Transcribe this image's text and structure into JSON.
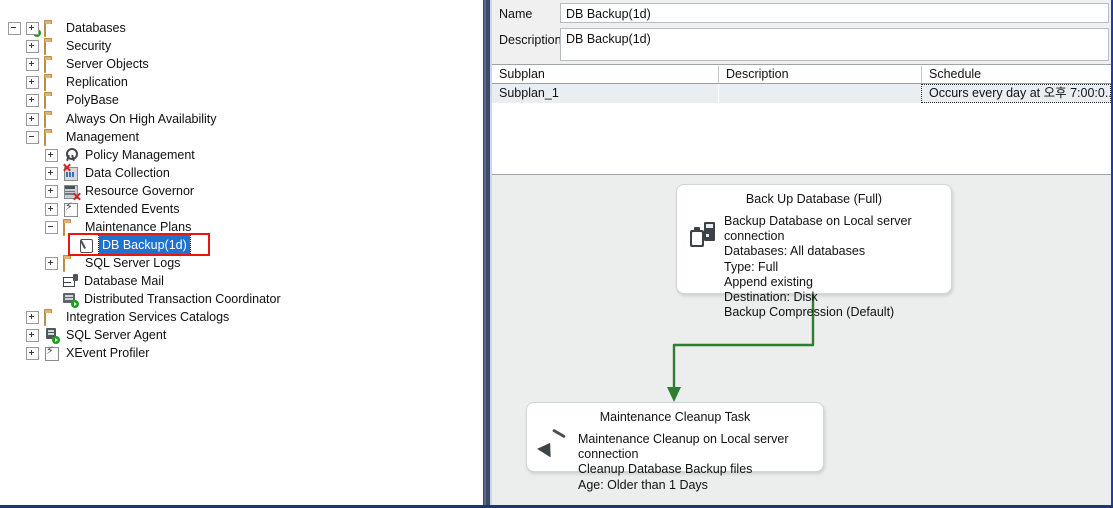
{
  "tree": {
    "nodes": [
      {
        "label": "",
        "icon": "server-icon",
        "indent": 0,
        "expander": "minus",
        "selected": false
      },
      {
        "label": "Databases",
        "icon": "folder-icon",
        "indent": 1,
        "expander": "plus",
        "selected": false
      },
      {
        "label": "Security",
        "icon": "folder-icon",
        "indent": 1,
        "expander": "plus",
        "selected": false
      },
      {
        "label": "Server Objects",
        "icon": "folder-icon",
        "indent": 1,
        "expander": "plus",
        "selected": false
      },
      {
        "label": "Replication",
        "icon": "folder-icon",
        "indent": 1,
        "expander": "plus",
        "selected": false
      },
      {
        "label": "PolyBase",
        "icon": "folder-icon",
        "indent": 1,
        "expander": "plus",
        "selected": false
      },
      {
        "label": "Always On High Availability",
        "icon": "folder-icon",
        "indent": 1,
        "expander": "plus",
        "selected": false
      },
      {
        "label": "Management",
        "icon": "folder-icon",
        "indent": 1,
        "expander": "minus",
        "selected": false
      },
      {
        "label": "Policy Management",
        "icon": "policy-management-icon",
        "indent": 2,
        "expander": "plus",
        "selected": false
      },
      {
        "label": "Data Collection",
        "icon": "data-collection-icon",
        "indent": 2,
        "expander": "plus",
        "selected": false
      },
      {
        "label": "Resource Governor",
        "icon": "resource-governor-icon",
        "indent": 2,
        "expander": "plus",
        "selected": false
      },
      {
        "label": "Extended Events",
        "icon": "extended-events-icon",
        "indent": 2,
        "expander": "plus",
        "selected": false
      },
      {
        "label": "Maintenance Plans",
        "icon": "folder-icon",
        "indent": 2,
        "expander": "minus",
        "selected": false
      },
      {
        "label": "DB Backup(1d)",
        "icon": "maintenance-plan-icon",
        "indent": 3,
        "expander": "none",
        "selected": true
      },
      {
        "label": "SQL Server Logs",
        "icon": "folder-icon",
        "indent": 2,
        "expander": "plus",
        "selected": false
      },
      {
        "label": "Database Mail",
        "icon": "database-mail-icon",
        "indent": 2,
        "expander": "none",
        "selected": false
      },
      {
        "label": "Distributed Transaction Coordinator",
        "icon": "dtc-icon",
        "indent": 2,
        "expander": "none",
        "selected": false
      },
      {
        "label": "Integration Services Catalogs",
        "icon": "folder-icon",
        "indent": 1,
        "expander": "plus",
        "selected": false
      },
      {
        "label": "SQL Server Agent",
        "icon": "sql-agent-icon",
        "indent": 1,
        "expander": "plus",
        "selected": false
      },
      {
        "label": "XEvent Profiler",
        "icon": "xevent-profiler-icon",
        "indent": 1,
        "expander": "plus",
        "selected": false
      }
    ]
  },
  "properties": {
    "name_label": "Name",
    "name_value": "DB Backup(1d)",
    "description_label": "Description",
    "description_value": "DB Backup(1d)"
  },
  "subplan_grid": {
    "headers": [
      "Subplan",
      "Description",
      "Schedule"
    ],
    "rows": [
      {
        "subplan": "Subplan_1",
        "description": "",
        "schedule": "Occurs every day at 오후 7:00:0..."
      }
    ]
  },
  "design_surface": {
    "tasks": [
      {
        "title": "Back Up Database (Full)",
        "icon": "backup-database-icon",
        "details": "Backup Database on Local server connection\nDatabases: All databases\nType: Full\nAppend existing\nDestination: Disk\nBackup Compression (Default)"
      },
      {
        "title": "Maintenance Cleanup Task",
        "icon": "broom-icon",
        "details": "Maintenance Cleanup on Local server connection\nCleanup Database Backup files\nAge: Older than 1 Days"
      }
    ],
    "connector_color": "#2e7d32"
  },
  "annotation": {
    "highlight_color": "#e8160c",
    "target": "DB Backup(1d)"
  }
}
